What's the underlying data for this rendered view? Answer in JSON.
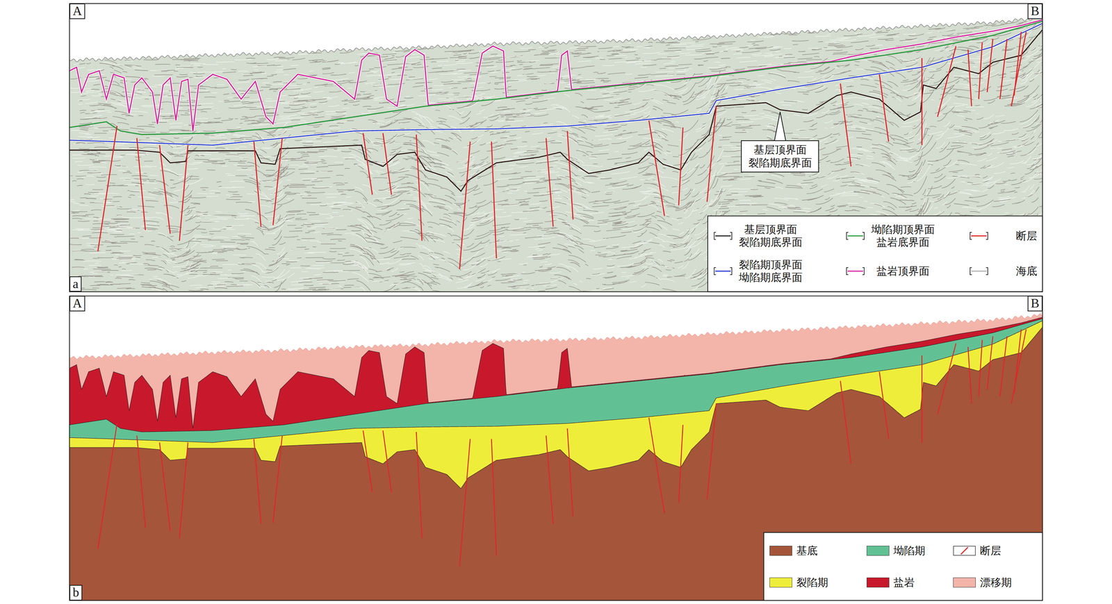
{
  "diagram": {
    "nodes": [
      {
        "text": [
          "A"
        ]
      },
      {
        "text": [
          "B"
        ]
      },
      {
        "text": [
          "基层顶界面 裂陷期底界面"
        ]
      },
      {
        "text": [
          "a"
        ]
      },
      {
        "text": [
          "A"
        ]
      },
      {
        "text": [
          "B"
        ]
      },
      {
        "text": [
          "b"
        ]
      }
    ],
    "legend": [
      {
        "text": "基层顶界面 裂陷期底界面"
      },
      {
        "text": "坳陷期顶界面 盐岩底界面"
      },
      {
        "text": "断层"
      },
      {
        "text": "裂陷期顶界面 坳陷期底界面"
      },
      {
        "text": "盐岩顶界面"
      },
      {
        "text": "海底"
      },
      {
        "text": "基底",
        "color": "#a4553a"
      },
      {
        "text": "坳陷期",
        "color": "#62c194"
      },
      {
        "text": "断层"
      },
      {
        "text": "裂陷期",
        "color": "#eeee3a"
      },
      {
        "text": "盐岩",
        "color": "#c8182c"
      },
      {
        "text": "漂移期",
        "color": "#f3b4aa"
      }
    ]
  }
}
